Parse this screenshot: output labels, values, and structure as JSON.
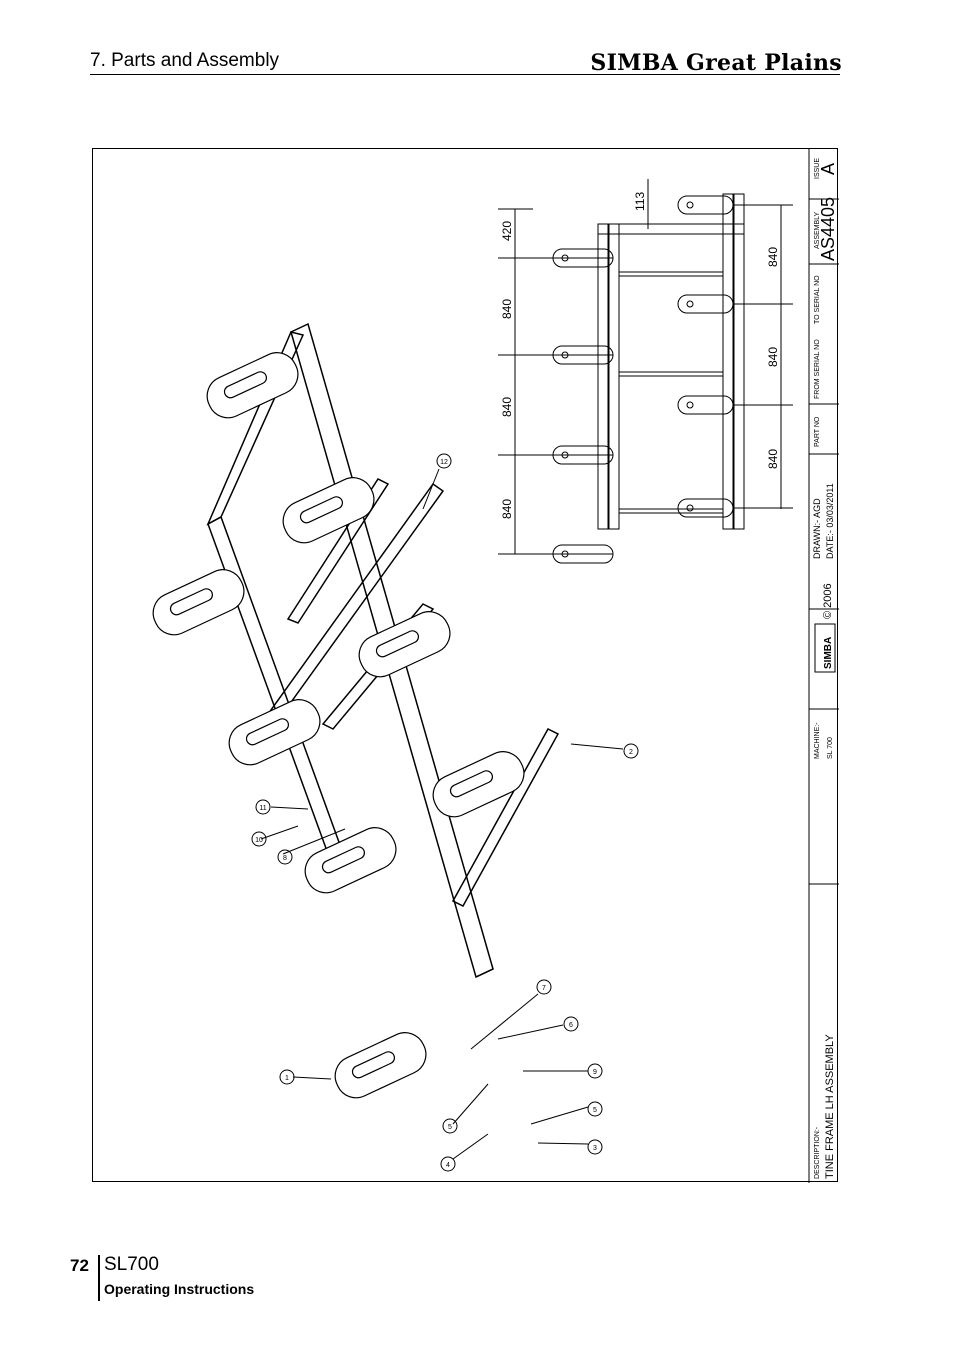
{
  "header": {
    "section_title": "7. Parts and Assembly",
    "brand": "SIMBA Great Plains"
  },
  "title_block": {
    "issue_label": "ISSUE",
    "issue_value": "A",
    "assembly_label": "ASSEMBLY",
    "assembly_value": "AS4405",
    "to_serial_label": "TO SERIAL NO",
    "from_serial_label": "FROM SERIAL NO",
    "part_no_label": "PART NO",
    "drawn_label": "DRAWN:- AGD",
    "date_label": "DATE:- 03/03/2011",
    "copyright": "© 2006",
    "logo_text": "SIMBA",
    "machine_label": "MACHINE:-",
    "machine_value": "SL 700",
    "description_label": "DESCRIPTION:-",
    "description_value": "TINE FRAME LH ASSEMBLY"
  },
  "dimensions": {
    "d113": "113",
    "d420": "420",
    "left_840_a": "840",
    "left_840_b": "840",
    "left_840_c": "840",
    "right_840_a": "840",
    "right_840_b": "840",
    "right_840_c": "840"
  },
  "callouts": [
    "1",
    "2",
    "3",
    "4",
    "5",
    "5",
    "6",
    "7",
    "8",
    "9",
    "10",
    "11",
    "12"
  ],
  "footer": {
    "page_number": "72",
    "model": "SL700",
    "subtitle": "Operating Instructions"
  }
}
